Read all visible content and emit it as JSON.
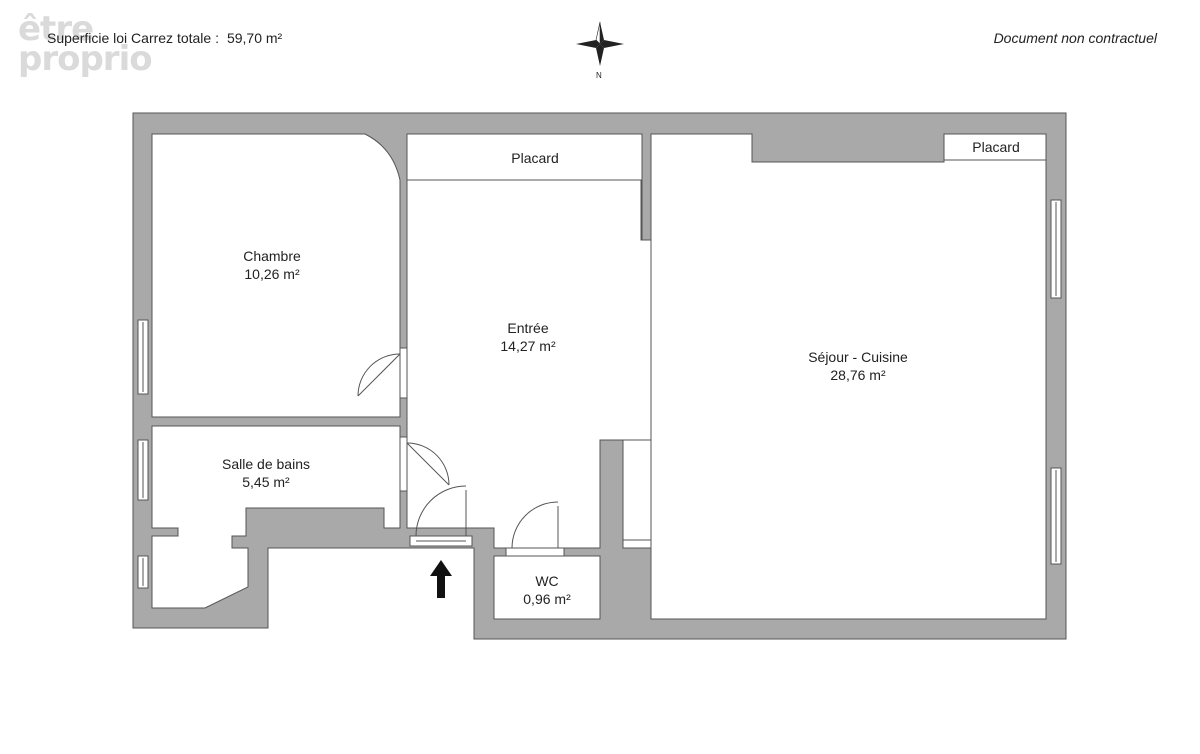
{
  "header": {
    "superficie_label": "Superficie loi Carrez totale :",
    "superficie_value": "59,70 m²",
    "disclaimer": "Document non contractuel",
    "logo_line1": "être",
    "logo_line2": "proprio"
  },
  "compass": {
    "north_label": "N"
  },
  "rooms": {
    "chambre": {
      "name": "Chambre",
      "area": "10,26 m²"
    },
    "entree": {
      "name": "Entrée",
      "area": "14,27 m²"
    },
    "sejour": {
      "name": "Séjour - Cuisine",
      "area": "28,76 m²"
    },
    "sdb": {
      "name": "Salle de bains",
      "area": "5,45 m²"
    },
    "wc": {
      "name": "WC",
      "area": "0,96 m²"
    }
  },
  "placards": {
    "placard1": "Placard",
    "placard2": "Placard"
  },
  "colors": {
    "wall": "#a9a9a9",
    "floor": "#ffffff",
    "line": "#555555",
    "arrow": "#111111"
  }
}
